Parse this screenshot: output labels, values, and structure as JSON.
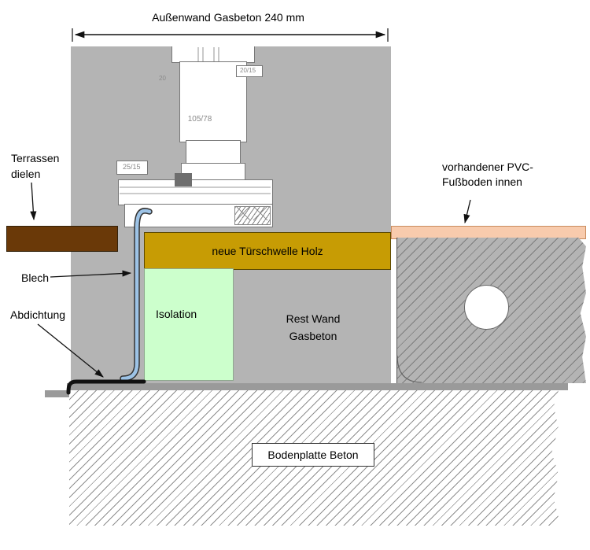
{
  "labels": {
    "dimension_top": "Außenwand Gasbeton 240 mm",
    "terrassendielen": "Terrassen dielen",
    "blech": "Blech",
    "abdichtung": "Abdichtung",
    "tuerschwelle": "neue Türschwelle Holz",
    "isolation": "Isolation",
    "rest_wand": "Rest Wand Gasbeton",
    "pvc_innen": "vorhandener PVC-Fußboden innen",
    "bodenplatte": "Bodenplatte Beton"
  },
  "drawing_annotations": {
    "profile_size": "105/78",
    "top_size": "20/15",
    "left_size": "25/15",
    "small_dim": "20"
  },
  "colors": {
    "wall-gray": "#b4b4b4",
    "slab-bar-gray": "#9a9a9a",
    "terrace-brown": "#6a3908",
    "threshold-ochre": "#c79c04",
    "isolation-green": "#ccffcc",
    "pvc-orange": "#f8cbad",
    "blech-blue": "#9dc3e6",
    "line-black": "#111111",
    "hatch-gray": "#8f8f8f"
  }
}
